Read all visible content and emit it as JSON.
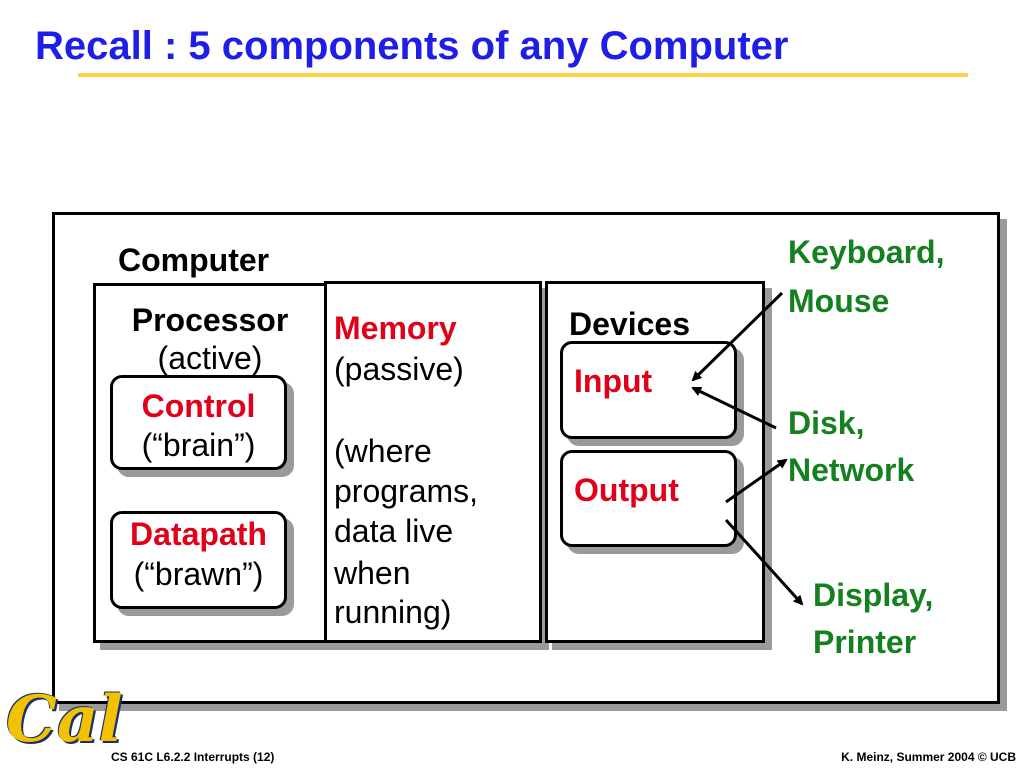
{
  "slide": {
    "title": "Recall : 5 components of any Computer",
    "accent_title_color": "#1e1ee6",
    "rule_color": "#ffd24a"
  },
  "diagram": {
    "computer_label": "Computer",
    "processor": {
      "label": "Processor",
      "note": "(active)"
    },
    "control": {
      "label": "Control",
      "note": "(“brain”)"
    },
    "datapath": {
      "label": "Datapath",
      "note": "(“brawn”)"
    },
    "memory": {
      "label": "Memory",
      "note": "(passive)",
      "detail": [
        "(where",
        "programs,",
        "data live",
        "when",
        "running)"
      ]
    },
    "devices": {
      "label": "Devices"
    },
    "input": {
      "label": "Input"
    },
    "output": {
      "label": "Output"
    },
    "peripherals": {
      "keyboard": [
        "Keyboard,",
        "Mouse"
      ],
      "disk": [
        "Disk,",
        "Network"
      ],
      "display": [
        "Display,",
        "Printer"
      ]
    },
    "colors": {
      "red": "#e0001a",
      "green": "#15801f"
    }
  },
  "footer": {
    "left": "CS 61C L6.2.2 Interrupts (12)",
    "right": "K. Meinz, Summer 2004 © UCB",
    "logo": "Cal"
  }
}
